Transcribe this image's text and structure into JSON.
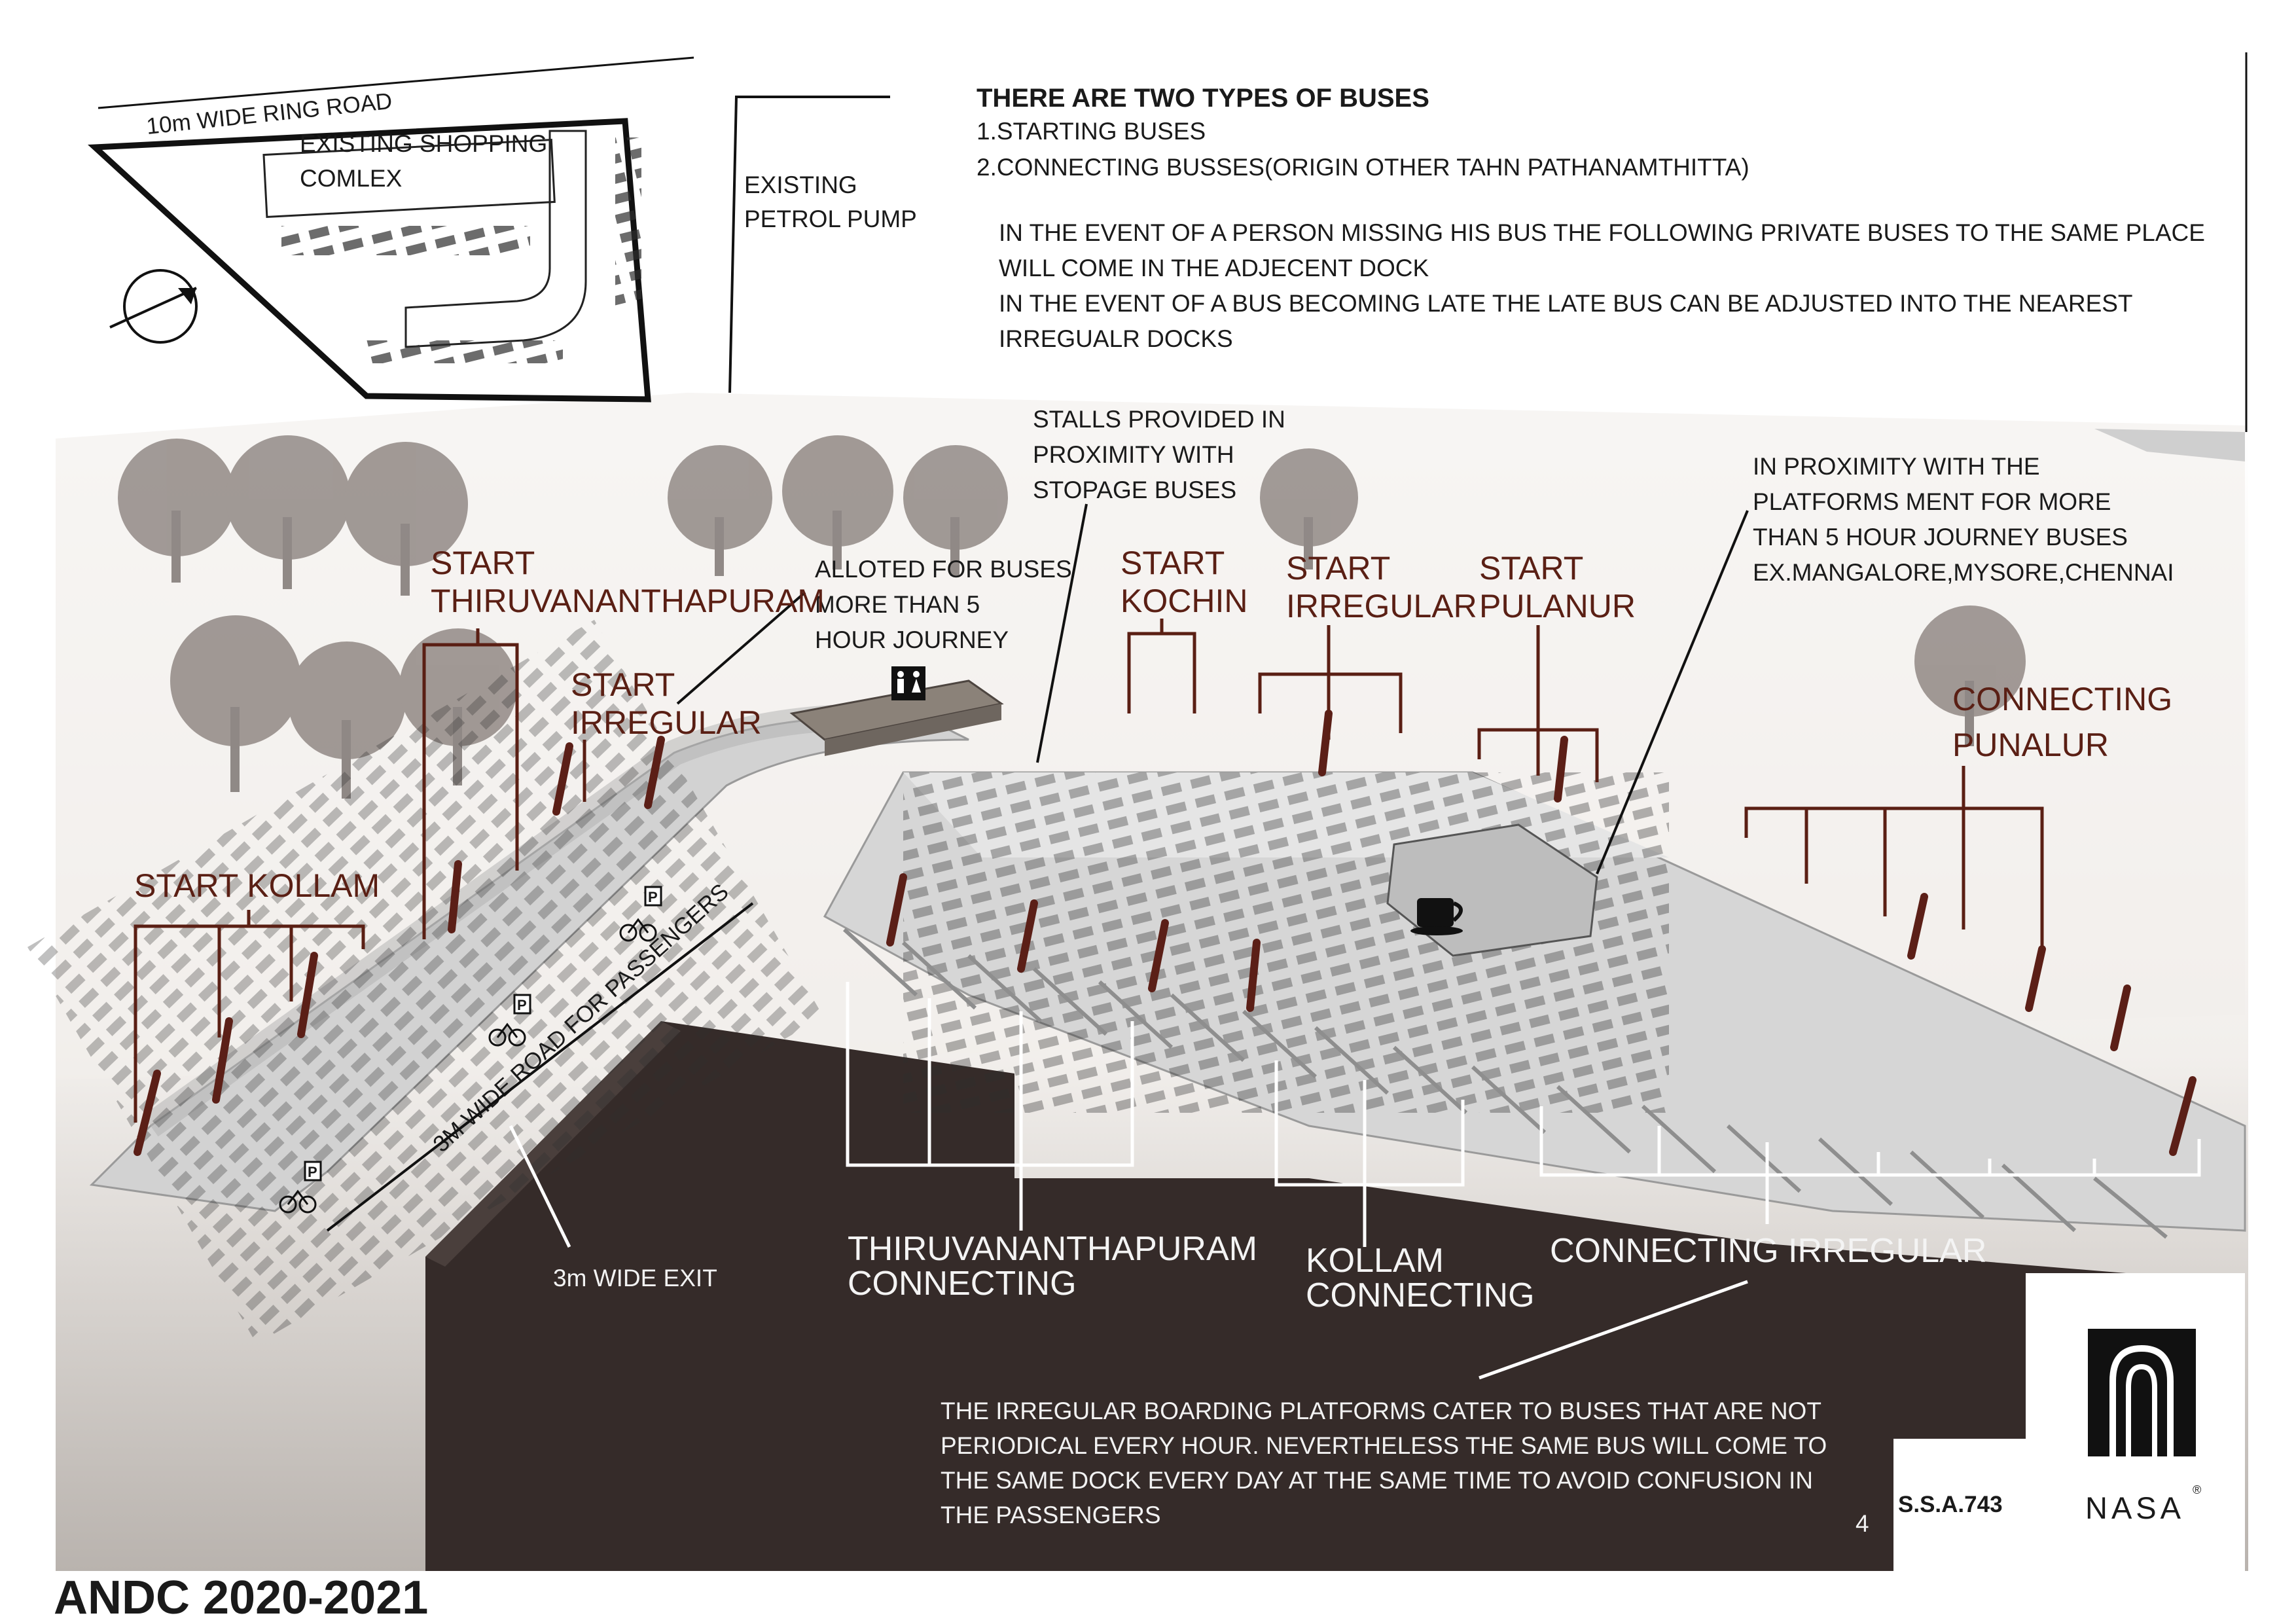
{
  "site_plan": {
    "road_label": "10m WIDE RING ROAD",
    "shopping_line1": "EXISTING SHOPPING",
    "shopping_line2": "COMLEX",
    "petrol_line1": "EXISTING",
    "petrol_line2": "PETROL PUMP"
  },
  "header_notes": {
    "heading": "THERE ARE TWO TYPES OF BUSES",
    "type1": "1.STARTING BUSES",
    "type2": "2.CONNECTING BUSSES(ORIGIN OTHER TAHN PATHANAMTHITTA)",
    "event_lines": [
      "IN THE EVENT OF A PERSON MISSING HIS BUS THE FOLLOWING PRIVATE BUSES TO THE SAME PLACE",
      "WILL COME IN THE ADJECENT DOCK",
      "IN THE EVENT OF A BUS BECOMING LATE THE LATE BUS CAN BE ADJUSTED INTO THE NEAREST",
      "IRREGUALR DOCKS"
    ]
  },
  "callouts": {
    "stalls": [
      "STALLS PROVIDED IN",
      "PROXIMITY WITH",
      "STOPAGE BUSES"
    ],
    "long_journey": [
      "ALLOTED FOR BUSES",
      "MORE THAN 5",
      "HOUR JOURNEY"
    ],
    "proximity": [
      "IN PROXIMITY WITH THE",
      "PLATFORMS MENT FOR MORE",
      "THAN 5 HOUR JOURNEY BUSES",
      "EX.MANGALORE,MYSORE,CHENNAI"
    ]
  },
  "platform_labels": {
    "start_tvm_1": "START",
    "start_tvm_2": "THIRUVANANTHAPURAM",
    "start_irr_a1": "START",
    "start_irr_a2": "IRREGULAR",
    "start_kollam": "START KOLLAM",
    "start_kochin_1": "START",
    "start_kochin_2": "KOCHIN",
    "start_irr_b1": "START",
    "start_irr_b2": "IRREGULAR",
    "start_pulanur_1": "START",
    "start_pulanur_2": "PULANUR",
    "conn_punalur_1": "CONNECTING",
    "conn_punalur_2": "PUNALUR"
  },
  "lower_labels": {
    "passenger_road": "3M  WIDE ROAD FOR PASSENGERS",
    "exit": "3m WIDE EXIT",
    "tvm_conn_1": "THIRUVANANTHAPURAM",
    "tvm_conn_2": "CONNECTING",
    "kollam_conn_1": "KOLLAM",
    "kollam_conn_2": "CONNECTING",
    "conn_irregular": "CONNECTING IRREGULAR"
  },
  "irregular_note": [
    "THE IRREGULAR BOARDING PLATFORMS CATER TO BUSES THAT ARE NOT",
    "PERIODICAL EVERY HOUR. NEVERTHELESS THE SAME BUS WILL COME TO",
    "THE SAME DOCK EVERY DAY AT THE SAME TIME TO AVOID CONFUSION IN",
    "THE PASSENGERS"
  ],
  "footer": {
    "title": "ANDC 2020-2021",
    "page_number": "4",
    "sheet_code": "S.S.A.743",
    "logo_text": "NASA",
    "registered_mark": "®"
  },
  "icons": [
    "compass-icon",
    "toilet-icon",
    "coffee-cup-icon",
    "parking-icon",
    "bicycle-icon",
    "tree-icon",
    "bus-icon"
  ]
}
